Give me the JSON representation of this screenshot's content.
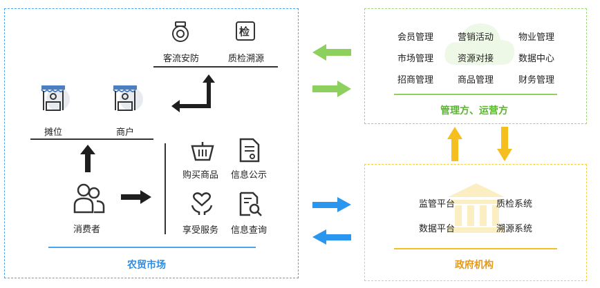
{
  "market": {
    "title": "农贸市场",
    "top_items": [
      {
        "label": "客流安防",
        "icon": "security-camera-icon"
      },
      {
        "label": "质检溯源",
        "icon": "inspection-tag-icon",
        "glyph": "检"
      }
    ],
    "vendors": [
      {
        "label": "摊位",
        "icon": "stall-icon"
      },
      {
        "label": "商户",
        "icon": "merchant-icon"
      }
    ],
    "consumer": {
      "label": "消费者",
      "icon": "users-icon"
    },
    "services": [
      {
        "label": "购买商品",
        "icon": "shopping-basket-icon"
      },
      {
        "label": "信息公示",
        "icon": "notice-document-icon"
      },
      {
        "label": "享受服务",
        "icon": "heart-hand-icon"
      },
      {
        "label": "信息查询",
        "icon": "search-document-icon"
      }
    ]
  },
  "management": {
    "title": "管理方、运营方",
    "items": [
      "会员管理",
      "营销活动",
      "物业管理",
      "市场管理",
      "资源对接",
      "数据中心",
      "招商管理",
      "商品管理",
      "财务管理"
    ],
    "icon": "cloud-icon"
  },
  "government": {
    "title": "政府机构",
    "items": [
      "监管平台",
      "质检系统",
      "数据平台",
      "溯源系统"
    ],
    "icon": "government-building-icon"
  },
  "colors": {
    "blue": "#2a8de6",
    "green": "#8dd05d",
    "orange": "#f5bf1f",
    "dark": "#1f1f1f"
  }
}
